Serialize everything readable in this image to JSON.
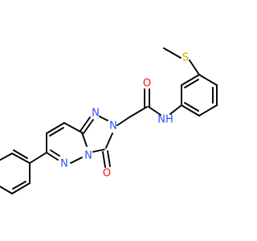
{
  "molecule": {
    "atoms": {
      "S": "S",
      "NH": "NH",
      "O_amide": "O",
      "O_ring": "O",
      "N1": "N",
      "N2": "N",
      "N3": "N",
      "N4": "N",
      "N5": "N"
    },
    "colors": {
      "bond": "#000000",
      "nitrogen": "#3050F8",
      "oxygen": "#FF0D0D",
      "sulfur": "#C8A800"
    }
  }
}
